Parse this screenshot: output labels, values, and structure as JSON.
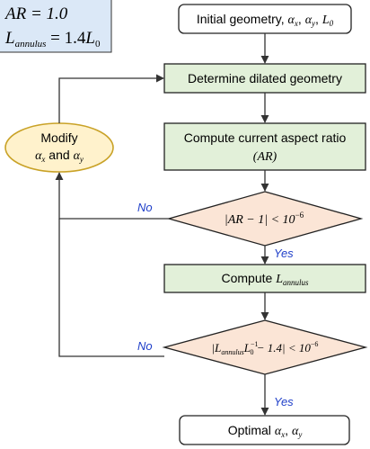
{
  "params_box": {
    "line1": "AR = 1.0",
    "line2_var": "L",
    "line2_sub": "annulus",
    "line2_rhs": " = 1.4",
    "line2_L": "L",
    "line2_L_sub": "0"
  },
  "nodes": {
    "initial": {
      "prefix": "Initial geometry, ",
      "a": "α",
      "ax": "x",
      "ay": "y",
      "sep": ", ",
      "L": "L",
      "L_sub": "0"
    },
    "dilated": {
      "label": "Determine dilated geometry"
    },
    "aspect": {
      "line1": "Compute current aspect ratio",
      "line2": "(AR)"
    },
    "cond1": {
      "text": "|AR − 1| < 10",
      "exp": "−6"
    },
    "compute_L": {
      "prefix": "Compute ",
      "L": "L",
      "L_sub": "annulus"
    },
    "cond2": {
      "text_a": "|L",
      "sub": "annulus",
      "text_b": "L",
      "sub2": "0",
      "sup2": "−1",
      "text_c": " − 1.4| < 10",
      "exp": "−6"
    },
    "optimal": {
      "prefix": "Optimal ",
      "a": "α",
      "ax": "x",
      "ay": "y",
      "sep": ", "
    },
    "modify": {
      "line1": "Modify",
      "a": "α",
      "ax": "x",
      "and": " and ",
      "ay": "y"
    }
  },
  "edges": {
    "no1": "No",
    "yes1": "Yes",
    "no2": "No",
    "yes2": "Yes"
  },
  "colors": {
    "green_fill": "#e2f0d9",
    "diamond_fill": "#fbe5d6",
    "ellipse_fill": "#fff2cc",
    "ellipse_stroke": "#c9a227",
    "label_blue": "#1f3fc9"
  }
}
